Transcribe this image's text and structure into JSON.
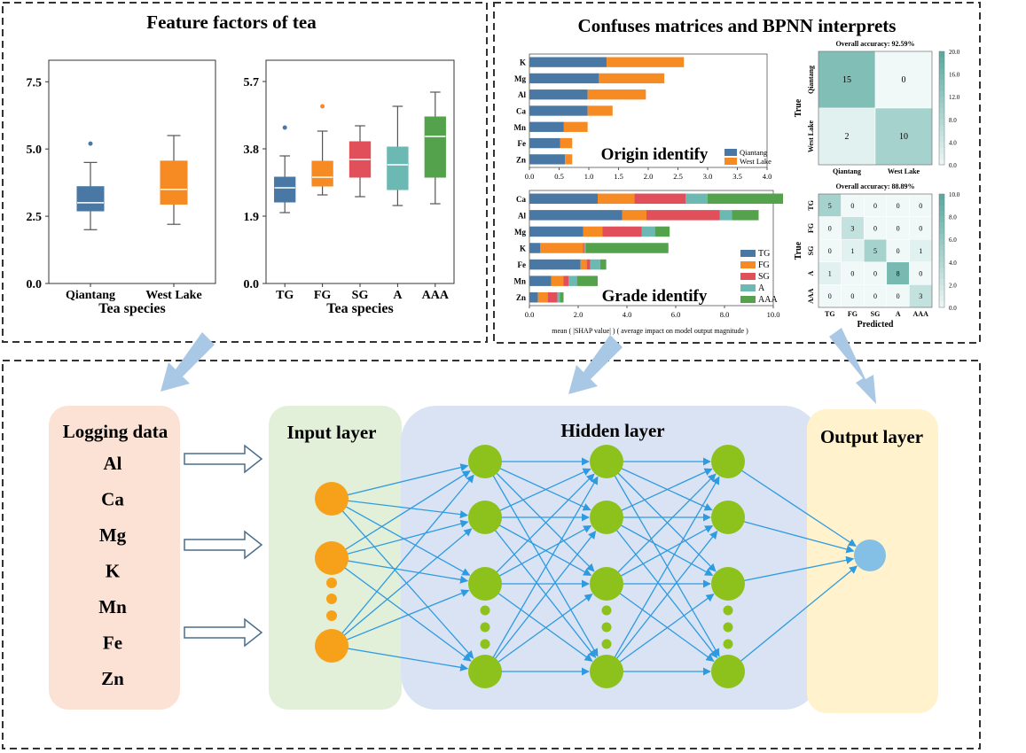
{
  "panels": {
    "feature_title": "Feature factors of tea",
    "confusion_title": "Confuses matrices and BPNN interprets"
  },
  "boxplot1": {
    "y_ticks": [
      "7.5",
      "5.0",
      "2.5",
      "0.0"
    ],
    "y_tick_values": [
      7.5,
      5.0,
      2.5,
      0.0
    ],
    "ylim": [
      0,
      8.3
    ],
    "xlabel": "Tea species",
    "categories": [
      "Qiantang",
      "West Lake"
    ],
    "colors": [
      "#4a78a5",
      "#f58b22"
    ],
    "boxes": [
      {
        "low": 2.0,
        "q1": 2.7,
        "median": 3.0,
        "q3": 3.6,
        "high": 4.5,
        "outliers": [
          5.2
        ]
      },
      {
        "low": 2.2,
        "q1": 2.95,
        "median": 3.5,
        "q3": 4.55,
        "high": 5.5,
        "outliers": []
      }
    ]
  },
  "boxplot2": {
    "y_ticks": [
      "5.7",
      "3.8",
      "1.9",
      "0.0"
    ],
    "y_tick_values": [
      5.7,
      3.8,
      1.9,
      0.0
    ],
    "ylim": [
      0,
      6.3
    ],
    "xlabel": "Tea species",
    "categories": [
      "TG",
      "FG",
      "SG",
      "A",
      "AAA"
    ],
    "colors": [
      "#4a78a5",
      "#f58b22",
      "#e1505a",
      "#6cb8b3",
      "#55a24d"
    ],
    "boxes": [
      {
        "low": 2.0,
        "q1": 2.3,
        "median": 2.7,
        "q3": 3.0,
        "high": 3.6,
        "outliers": [
          4.4
        ]
      },
      {
        "low": 2.5,
        "q1": 2.75,
        "median": 3.0,
        "q3": 3.45,
        "high": 4.3,
        "outliers": [
          5.0
        ]
      },
      {
        "low": 2.45,
        "q1": 3.0,
        "median": 3.5,
        "q3": 4.0,
        "high": 4.45,
        "outliers": []
      },
      {
        "low": 2.2,
        "q1": 2.65,
        "median": 3.35,
        "q3": 3.85,
        "high": 5.0,
        "outliers": []
      },
      {
        "low": 2.25,
        "q1": 3.0,
        "median": 4.15,
        "q3": 4.7,
        "high": 5.4,
        "outliers": []
      }
    ]
  },
  "shap_origin": {
    "features": [
      "K",
      "Mg",
      "Al",
      "Ca",
      "Mn",
      "Fe",
      "Zn"
    ],
    "series": [
      {
        "name": "Qiantang",
        "color": "#4a78a5",
        "values": [
          1.3,
          1.17,
          0.98,
          0.98,
          0.58,
          0.52,
          0.6
        ]
      },
      {
        "name": "West Lake",
        "color": "#f58b22",
        "values": [
          1.3,
          1.1,
          0.98,
          0.42,
          0.4,
          0.2,
          0.12
        ]
      }
    ],
    "x_ticks": [
      "0.0",
      "0.5",
      "1.0",
      "1.5",
      "2.0",
      "2.5",
      "3.0",
      "3.5",
      "4.0"
    ],
    "x_tick_values": [
      0,
      0.5,
      1.0,
      1.5,
      2.0,
      2.5,
      3.0,
      3.5,
      4.0
    ],
    "overlay_label": "Origin identify"
  },
  "shap_grade": {
    "features": [
      "Ca",
      "Al",
      "Mg",
      "K",
      "Fe",
      "Mn",
      "Zn"
    ],
    "series": [
      {
        "name": "TG",
        "color": "#4a78a5",
        "values": [
          2.8,
          3.8,
          2.2,
          0.45,
          2.1,
          0.9,
          0.35
        ]
      },
      {
        "name": "FG",
        "color": "#f58b22",
        "values": [
          1.5,
          1.0,
          0.8,
          1.75,
          0.25,
          0.5,
          0.4
        ]
      },
      {
        "name": "SG",
        "color": "#e1505a",
        "values": [
          2.1,
          3.0,
          1.6,
          0.05,
          0.15,
          0.2,
          0.4
        ]
      },
      {
        "name": "A",
        "color": "#6cb8b3",
        "values": [
          0.9,
          0.5,
          0.55,
          0.05,
          0.4,
          0.35,
          0.1
        ]
      },
      {
        "name": "AAA",
        "color": "#55a24d",
        "values": [
          3.1,
          1.1,
          0.6,
          3.4,
          0.25,
          0.85,
          0.15
        ]
      }
    ],
    "x_ticks": [
      "0.0",
      "2.0",
      "4.0",
      "6.0",
      "8.0",
      "10.0"
    ],
    "x_tick_values": [
      0,
      2,
      4,
      6,
      8,
      10
    ],
    "overlay_label": "Grade identify",
    "xlabel": "mean ( |SHAP value| ) ( average impact on model output magnitude )"
  },
  "cm_origin": {
    "title": "Overall accuracy: 92.59%",
    "labels": [
      "Qiantang",
      "West Lake"
    ],
    "matrix": [
      [
        15,
        0
      ],
      [
        2,
        10
      ]
    ],
    "ylabel": "True",
    "colorbar_ticks": [
      "20.0",
      "16.0",
      "12.0",
      "8.0",
      "4.0",
      "0.0"
    ],
    "colorbar_values": [
      20,
      16,
      12,
      8,
      4,
      0
    ]
  },
  "cm_grade": {
    "title": "Overall accuracy: 88.89%",
    "labels": [
      "TG",
      "FG",
      "SG",
      "A",
      "AAA"
    ],
    "matrix": [
      [
        5,
        0,
        0,
        0,
        0
      ],
      [
        0,
        3,
        0,
        0,
        0
      ],
      [
        0,
        1,
        5,
        0,
        1
      ],
      [
        1,
        0,
        0,
        8,
        0
      ],
      [
        0,
        0,
        0,
        0,
        3
      ]
    ],
    "ylabel": "True",
    "xlabel": "Predicted",
    "colorbar_ticks": [
      "10.0",
      "8.0",
      "6.0",
      "4.0",
      "2.0",
      "0.0"
    ],
    "colorbar_values": [
      10,
      8,
      6,
      4,
      2,
      0
    ]
  },
  "network": {
    "logging_title": "Logging data",
    "logging_items": [
      "Al",
      "Ca",
      "Mg",
      "K",
      "Mn",
      "Fe",
      "Zn"
    ],
    "input_label": "Input layer",
    "hidden_label": "Hidden layer",
    "output_label": "Output layer",
    "colors": {
      "input_node": "#f7a11a",
      "hidden_node": "#8cc21b",
      "output_node": "#84bfe6",
      "edge": "#2e9be0",
      "logging_bg": "#fbe2d5",
      "input_bg": "#e2f0d9",
      "hidden_bg": "#dae3f3",
      "output_bg": "#fff2cc"
    }
  }
}
